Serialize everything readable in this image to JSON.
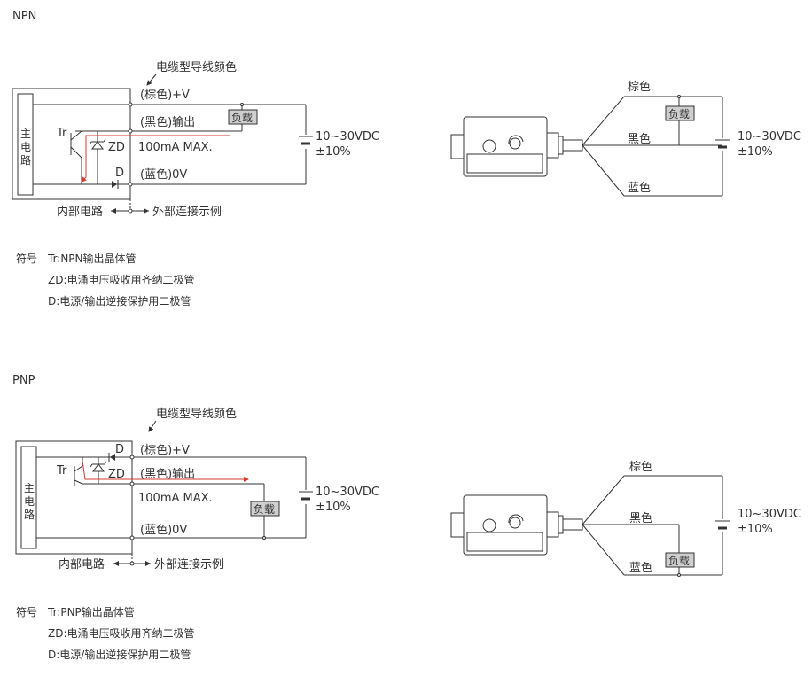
{
  "common": {
    "main_circuit": [
      "主",
      "电",
      "路"
    ],
    "cable_color": "电缆型导线颜色",
    "brown_v": "(棕色)+V",
    "black_out": "(黑色)输出",
    "blue_0v": "(蓝色)0V",
    "current": "100mA MAX.",
    "load": "负载",
    "tr": "Tr",
    "zd": "ZD",
    "d": "D",
    "internal": "内部电路",
    "external": "外部连接示例",
    "voltage": "10~30VDC",
    "tolerance": "±10%",
    "brown": "棕色",
    "black": "黑色",
    "blue": "蓝色",
    "symbol": "符号",
    "zd_desc": "ZD:电涌电压吸收用齐纳二极管",
    "d_desc": "D:电源/输出逆接保护用二极管"
  },
  "npn": {
    "title": "NPN",
    "tr_desc": "Tr:NPN输出晶体管"
  },
  "pnp": {
    "title": "PNP",
    "tr_desc": "Tr:PNP输出晶体管"
  },
  "colors": {
    "line": "#333333",
    "current_arrow": "#d9382f",
    "load_fill": "#cfcfcf"
  }
}
